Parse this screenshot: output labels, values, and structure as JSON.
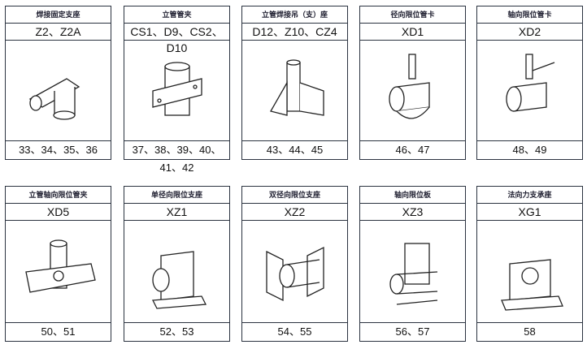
{
  "items": [
    {
      "title": "焊接固定支座",
      "code": "Z2、Z2A",
      "pages": "33、34、35、36",
      "icon": "welded-fixed-support-icon"
    },
    {
      "title": "立管管夹",
      "code": "CS1、D9、CS2、D10",
      "pages": "37、38、39、40、41、42",
      "icon": "riser-clamp-icon"
    },
    {
      "title": "立管焊接吊（支）座",
      "code": "D12、Z10、CZ4",
      "pages": "43、44、45",
      "icon": "riser-welded-hanger-icon"
    },
    {
      "title": "径向限位管卡",
      "code": "XD1",
      "pages": "46、47",
      "icon": "radial-limit-clamp-icon"
    },
    {
      "title": "轴向限位管卡",
      "code": "XD2",
      "pages": "48、49",
      "icon": "axial-limit-clamp-icon"
    },
    {
      "title": "立管轴向限位管夹",
      "code": "XD5",
      "pages": "50、51",
      "icon": "riser-axial-limit-clamp-icon"
    },
    {
      "title": "单径向限位支座",
      "code": "XZ1",
      "pages": "52、53",
      "icon": "single-radial-limit-support-icon"
    },
    {
      "title": "双径向限位支座",
      "code": "XZ2",
      "pages": "54、55",
      "icon": "double-radial-limit-support-icon"
    },
    {
      "title": "轴向限位板",
      "code": "XZ3",
      "pages": "56、57",
      "icon": "axial-limit-plate-icon"
    },
    {
      "title": "法向力支承座",
      "code": "XG1",
      "pages": "58",
      "icon": "normal-force-bearing-icon"
    }
  ]
}
